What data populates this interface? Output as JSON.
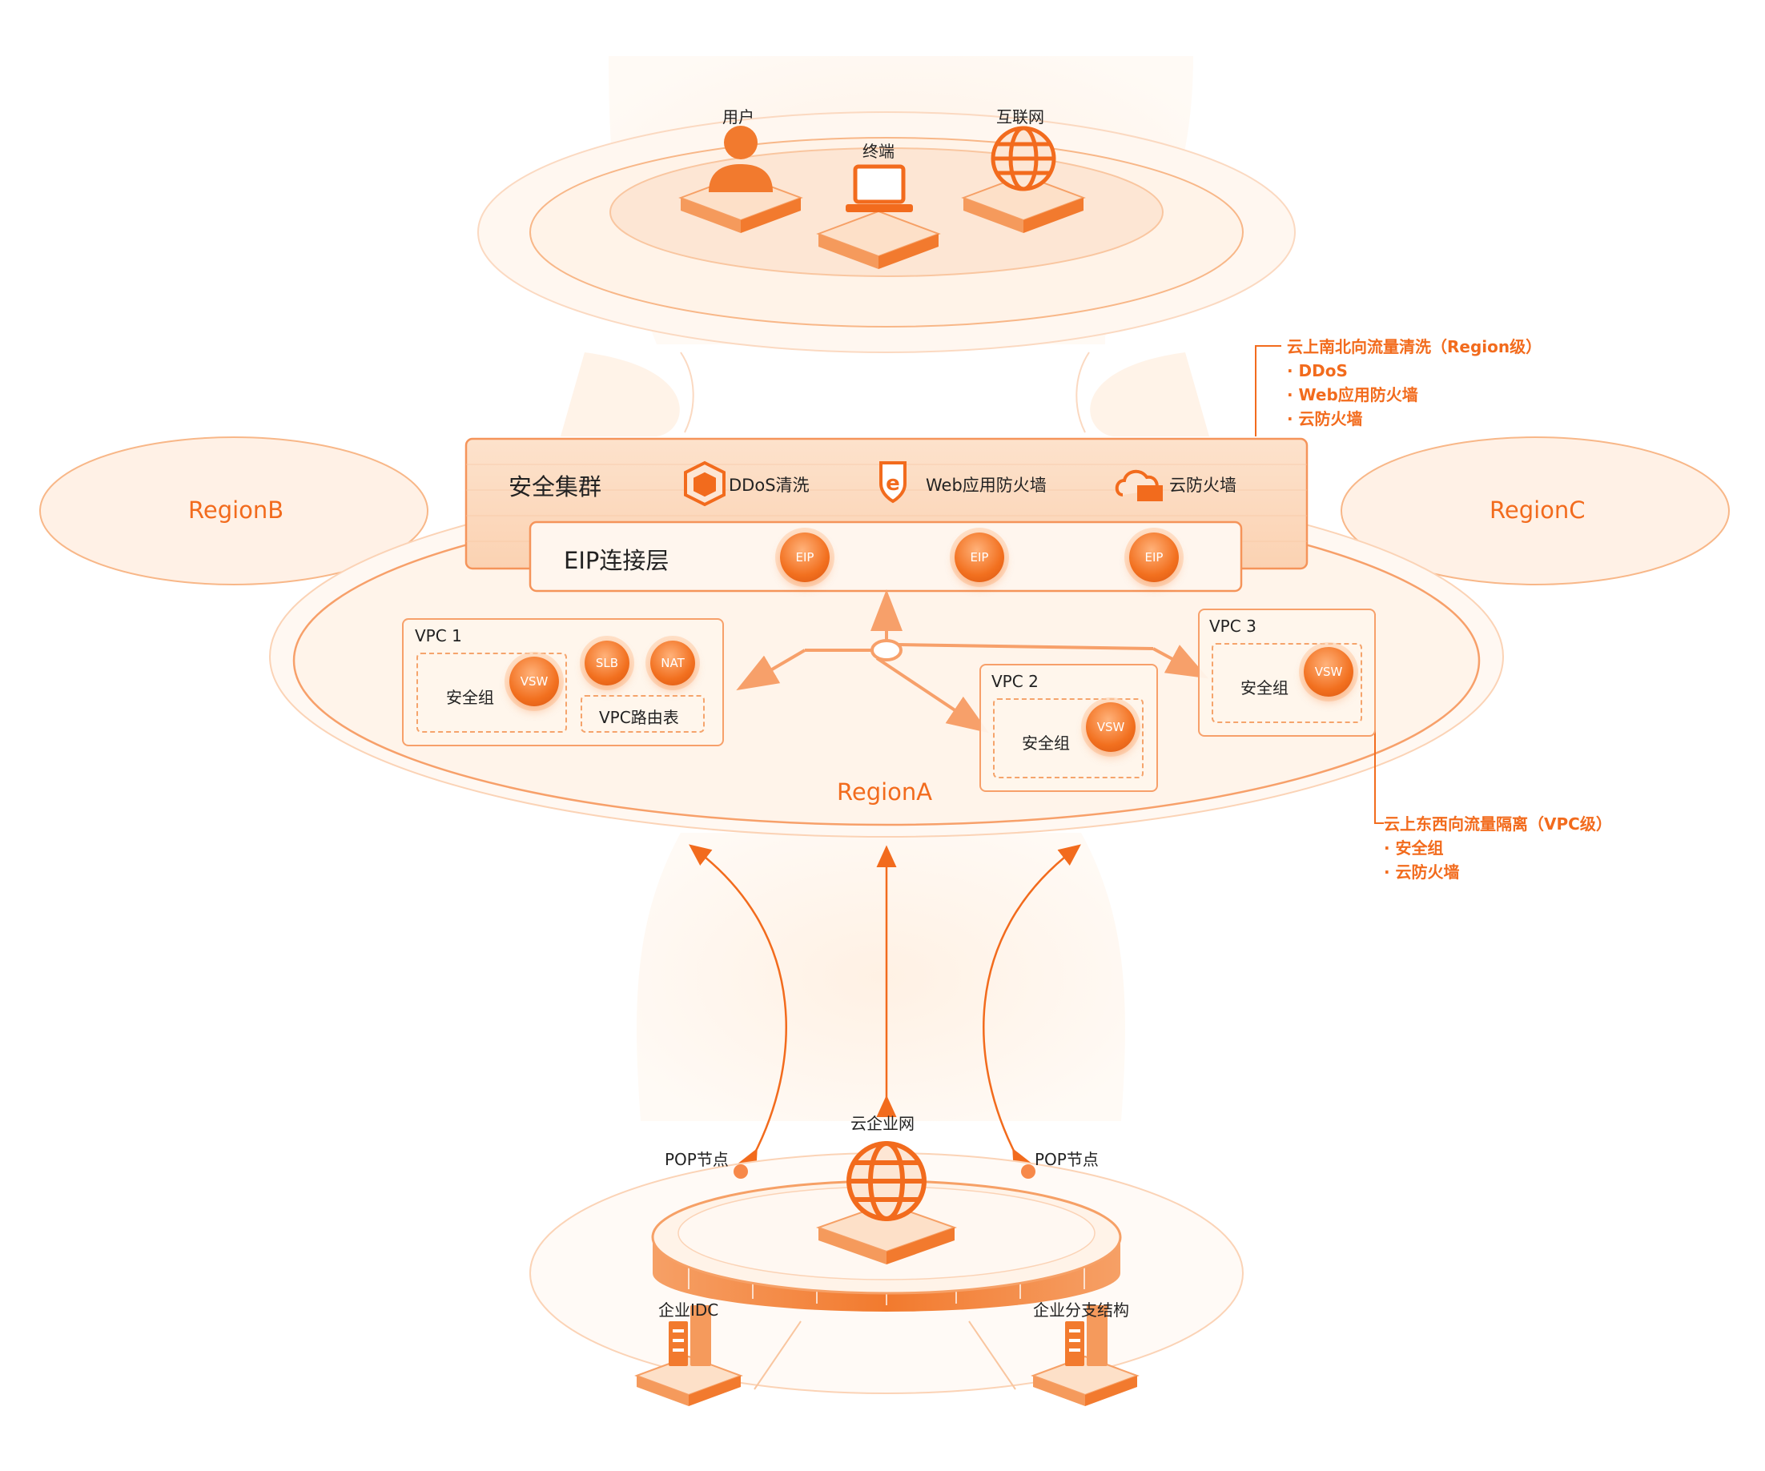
{
  "top": {
    "user": "用户",
    "terminal": "终端",
    "internet": "互联网"
  },
  "cluster": {
    "title": "安全集群",
    "ddos": "DDoS清洗",
    "waf": "Web应用防火墙",
    "cfw": "云防火墙"
  },
  "eip": {
    "title": "EIP连接层",
    "node": "EIP"
  },
  "regions": {
    "a": "RegionA",
    "b": "RegionB",
    "c": "RegionC"
  },
  "vpc1": {
    "title": "VPC 1",
    "sg": "安全组",
    "vsw": "VSW",
    "slb": "SLB",
    "nat": "NAT",
    "route": "VPC路由表"
  },
  "vpc2": {
    "title": "VPC 2",
    "sg": "安全组",
    "vsw": "VSW"
  },
  "vpc3": {
    "title": "VPC 3",
    "sg": "安全组",
    "vsw": "VSW"
  },
  "notes": {
    "north_south": {
      "title": "云上南北向流量清洗（Region级）",
      "items": [
        "· DDoS",
        "· Web应用防火墙",
        "· 云防火墙"
      ]
    },
    "east_west": {
      "title": "云上东西向流量隔离（VPC级）",
      "items": [
        "· 安全组",
        "· 云防火墙"
      ]
    }
  },
  "bottom": {
    "cen": "云企业网",
    "pop_left": "POP节点",
    "pop_right": "POP节点",
    "idc": "企业IDC",
    "branch": "企业分支结构"
  },
  "colors": {
    "accent": "#f26b1d",
    "light": "#fde3cf",
    "line": "#f7a06a"
  }
}
